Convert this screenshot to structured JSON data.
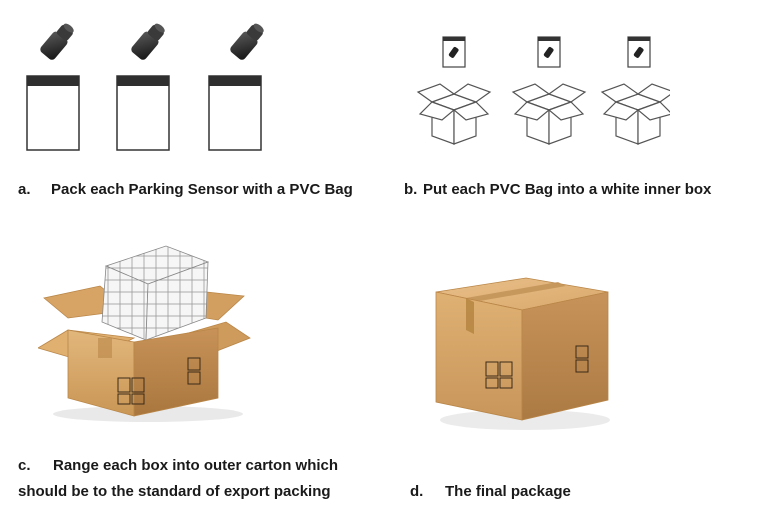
{
  "steps": {
    "a": {
      "letter": "a.",
      "text": "Pack each Parking Sensor with a PVC Bag"
    },
    "b": {
      "letter": "b.",
      "text": "Put each PVC Bag into a white inner box"
    },
    "c": {
      "letter": "c.",
      "line1": "Range each box into outer carton which",
      "line2": "should be to the standard of export packing"
    },
    "d": {
      "letter": "d.",
      "text": "The final package"
    }
  },
  "colors": {
    "carton": "#d9a86b",
    "carton_dark": "#b98648",
    "tape": "#c29357",
    "bag_outline": "#333333",
    "sensor": "#2b2b2b"
  }
}
